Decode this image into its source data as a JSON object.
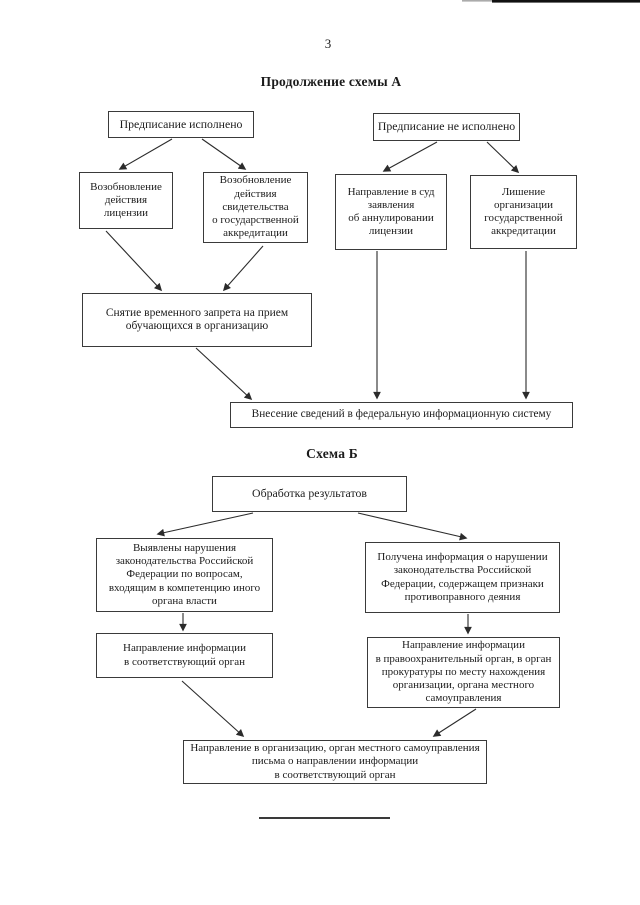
{
  "page": {
    "number": "3"
  },
  "scheme_a": {
    "title": "Продолжение схемы А",
    "boxes": {
      "prescription_fulfilled": "Предписание исполнено",
      "prescription_not_fulfilled": "Предписание не исполнено",
      "license_renewal": "Возобновление\nдействия\nлицензии",
      "accreditation_renewal": "Возобновление\nдействия\nсвидетельства\nо государственной\nаккредитации",
      "court_application": "Направление в суд\nзаявления\nоб аннулировании\nлицензии",
      "accreditation_deprivation": "Лишение\nорганизации\nгосударственной\nаккредитации",
      "ban_removal": "Снятие временного запрета на прием\nобучающихся в организацию",
      "federal_info_system": "Внесение сведений в федеральную информационную систему"
    }
  },
  "scheme_b": {
    "title": "Схема Б",
    "boxes": {
      "results_processing": "Обработка результатов",
      "violations_found": "Выявлены нарушения\nзаконодательства Российской\nФедерации по вопросам,\nвходящим в компетенцию иного\nоргана власти",
      "info_received": "Получена информация о нарушении\nзаконодательства Российской\nФедерации, содержащем признаки\nпротивоправного деяния",
      "info_to_authority": "Направление информации\nв соответствующий орган",
      "info_to_law_enforcement": "Направление информации\nв правоохранительный орган, в орган\nпрокуратуры по месту нахождения\nорганизации, органа местного\nсамоуправления",
      "letter_to_organization": "Направление в организацию, орган местного самоуправления\nписьма о направлении  информации\nв соответствующий орган"
    }
  }
}
